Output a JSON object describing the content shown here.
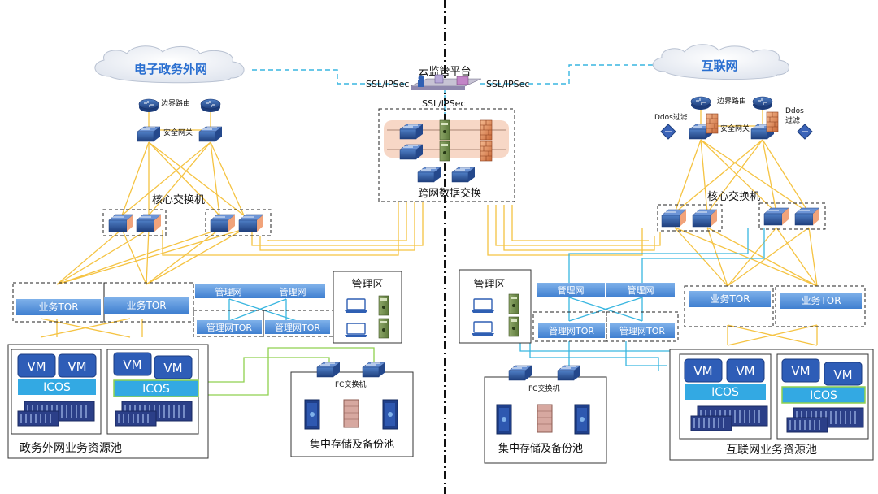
{
  "center": {
    "platform": "云监管平台",
    "ssl_left": "SSL/IPSec",
    "ssl_right": "SSL/IPSec",
    "ssl_bottom": "SSL/IPSec",
    "exchange": "跨网数据交换"
  },
  "left": {
    "cloud": "电子政务外网",
    "border_router": "边界路由",
    "security_gateway": "安全网关",
    "core_switch": "核心交换机",
    "mgmt_net_1": "管理网",
    "mgmt_net_2": "管理网",
    "mgmt_tor_1": "管理网TOR",
    "mgmt_tor_2": "管理网TOR",
    "biz_tor_1": "业务TOR",
    "biz_tor_2": "业务TOR",
    "mgmt_zone": "管理区",
    "fc_switch": "FC交换机",
    "storage": "集中存储及备份池",
    "pool": "政务外网业务资源池",
    "vm": "VM",
    "icos": "ICOS"
  },
  "right": {
    "cloud": "互联网",
    "border_router": "边界路由",
    "security_gateway": "安全网关",
    "ddos_left": "Ddos过滤",
    "ddos_right_1": "Ddos",
    "ddos_right_2": "过滤",
    "core_switch": "核心交换机",
    "mgmt_net_1": "管理网",
    "mgmt_net_2": "管理网",
    "mgmt_tor_1": "管理网TOR",
    "mgmt_tor_2": "管理网TOR",
    "biz_tor_1": "业务TOR",
    "biz_tor_2": "业务TOR",
    "mgmt_zone": "管理区",
    "fc_switch": "FC交换机",
    "storage": "集中存储及备份池",
    "pool": "互联网业务资源池",
    "vm": "VM",
    "icos": "ICOS"
  }
}
